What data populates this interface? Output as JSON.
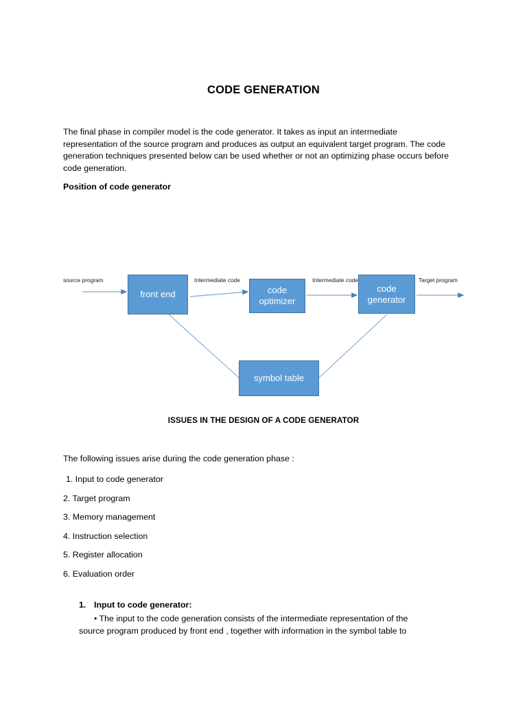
{
  "document": {
    "title": "CODE GENERATION",
    "intro_paragraph": "The final phase in compiler model is the code generator. It takes as input an intermediate representation of the source program and produces as output an equivalent target program. The code generation techniques presented below can be used whether or not an optimizing phase occurs before code generation.",
    "subheading": "Position of code generator",
    "section_heading": "ISSUES IN THE DESIGN OF A CODE GENERATOR",
    "issues_lead": "The following issues arise during the code generation phase :",
    "issues": [
      "1. Input to code generator",
      "2. Target program",
      "3. Memory management",
      "4. Instruction selection",
      "5. Register allocation",
      "6. Evaluation order"
    ],
    "detail": {
      "number": "1.",
      "heading": "Input to code generator:",
      "bullet_line": "• The input to the code generation consists of the intermediate representation of the",
      "continuation_line": "source program produced by front end , together with information in the symbol table to"
    }
  },
  "diagram": {
    "nodes": {
      "front_end": "front end",
      "code_optimizer": "code optimizer",
      "code_generator": "code generator",
      "symbol_table": "symbol table"
    },
    "labels": {
      "source_program": "source program",
      "intermediate_code_1": "Intermediate code",
      "intermediate_code_2": "Intermediate code",
      "target_program": "Target program"
    },
    "colors": {
      "node_fill": "#5B9BD5",
      "node_border": "#41719C",
      "node_text": "#FFFFFF",
      "connector": "#7BA7D7",
      "arrow": "#4A7EBB"
    }
  }
}
